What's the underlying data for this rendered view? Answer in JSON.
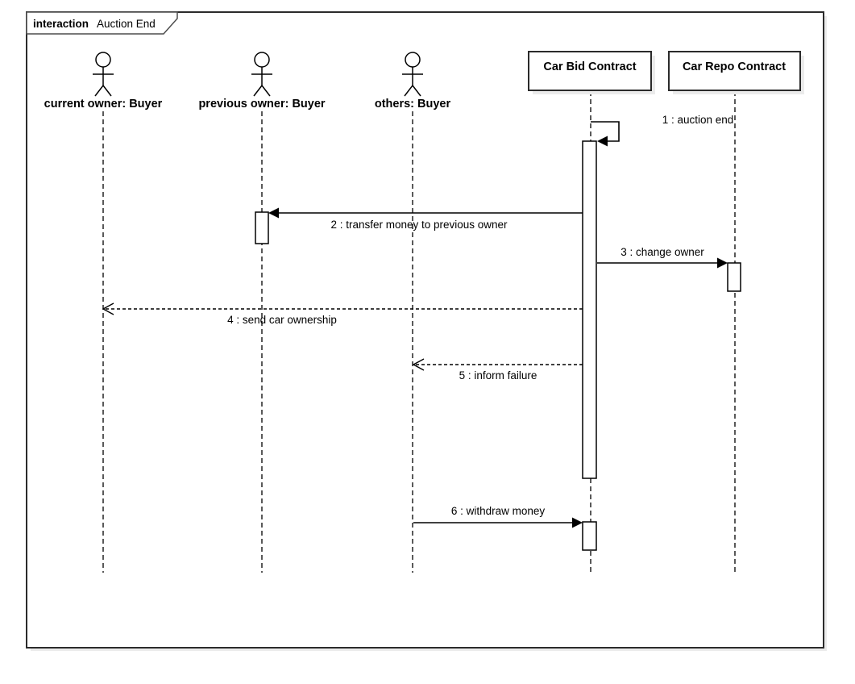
{
  "diagram": {
    "type": "uml-sequence-diagram",
    "frame": {
      "keyword": "interaction",
      "title": "Auction End"
    },
    "actors": [
      {
        "label": "current owner: Buyer"
      },
      {
        "label": "previous owner: Buyer"
      },
      {
        "label": "others: Buyer"
      }
    ],
    "objects": [
      {
        "label": "Car Bid Contract"
      },
      {
        "label": "Car Repo Contract"
      }
    ],
    "messages": [
      {
        "label": "1 : auction end",
        "from": "Car Bid Contract",
        "to": "Car Bid Contract",
        "line": "solid",
        "arrow": "filled",
        "kind": "self-message"
      },
      {
        "label": "2 : transfer money to previous owner",
        "from": "Car Bid Contract",
        "to": "previous owner: Buyer",
        "line": "solid",
        "arrow": "filled",
        "kind": "call"
      },
      {
        "label": "3 : change owner",
        "from": "Car Bid Contract",
        "to": "Car Repo Contract",
        "line": "solid",
        "arrow": "filled",
        "kind": "call"
      },
      {
        "label": "4 : send car ownership",
        "from": "Car Bid Contract",
        "to": "current owner: Buyer",
        "line": "dashed",
        "arrow": "open",
        "kind": "reply"
      },
      {
        "label": "5 : inform failure",
        "from": "Car Bid Contract",
        "to": "others: Buyer",
        "line": "dashed",
        "arrow": "open",
        "kind": "reply"
      },
      {
        "label": "6 : withdraw money",
        "from": "others: Buyer",
        "to": "Car Bid Contract",
        "line": "solid",
        "arrow": "filled",
        "kind": "call"
      }
    ],
    "colors": {
      "line": "#000000",
      "border": "#2b2b2b",
      "fill": "#ffffff",
      "shadow": "#ebebeb",
      "text": "#000000",
      "background": "#ffffff"
    }
  }
}
